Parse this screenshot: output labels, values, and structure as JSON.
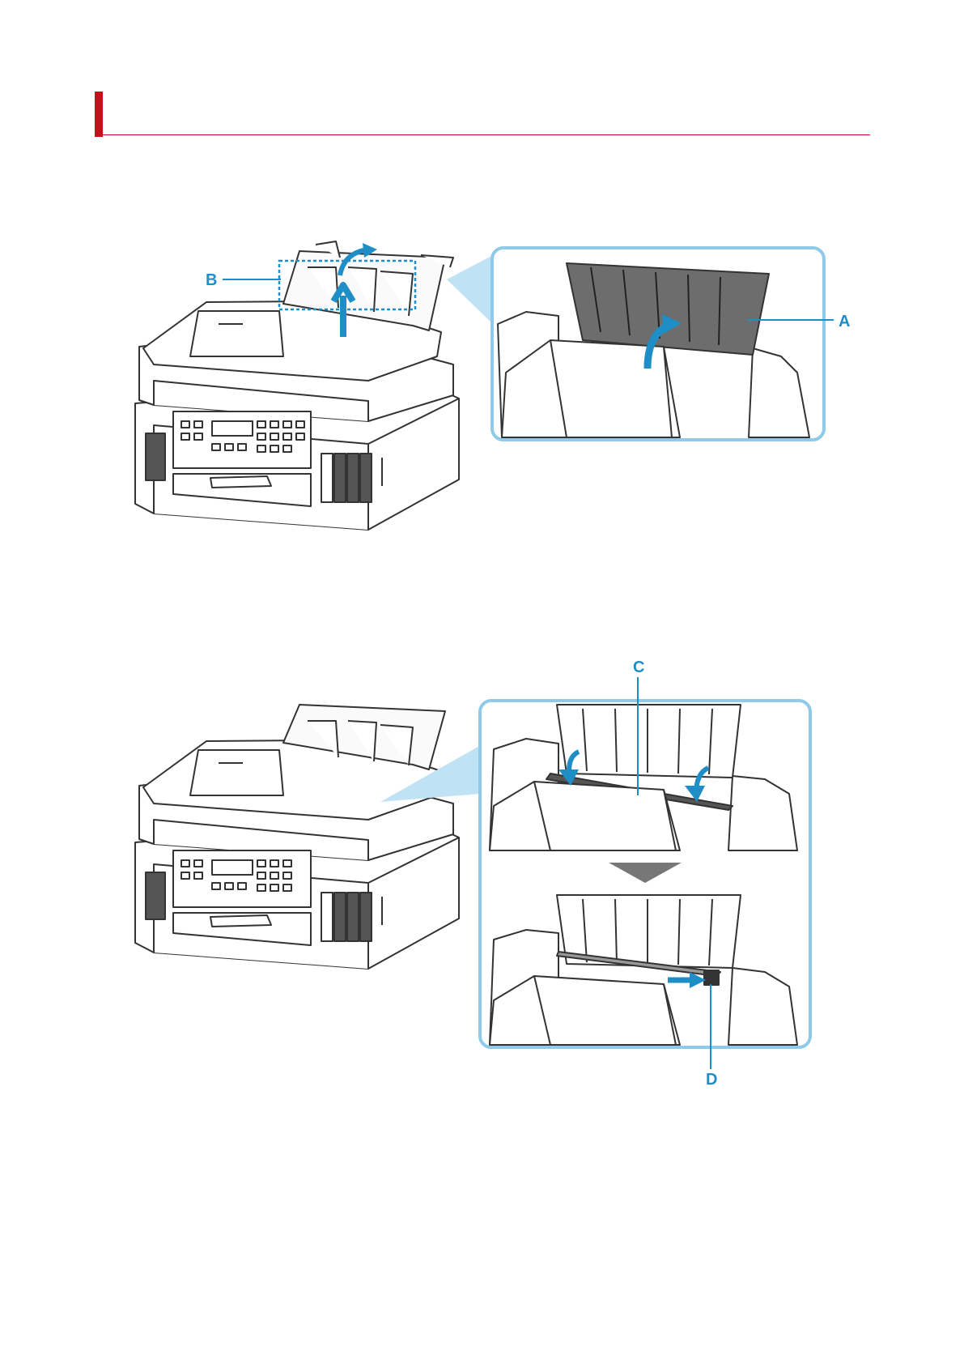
{
  "heading": {
    "text": "",
    "accent_color": "#c8101c",
    "rule_color": "#c8101c"
  },
  "figure1": {
    "callout_a": "A",
    "callout_b": "B"
  },
  "figure2": {
    "callout_c": "C",
    "callout_d": "D"
  },
  "colors": {
    "callout": "#1f8ec6",
    "zoom_frame": "#8fcbe8",
    "line": "#333333",
    "gray_fill": "#6d6d6d"
  }
}
